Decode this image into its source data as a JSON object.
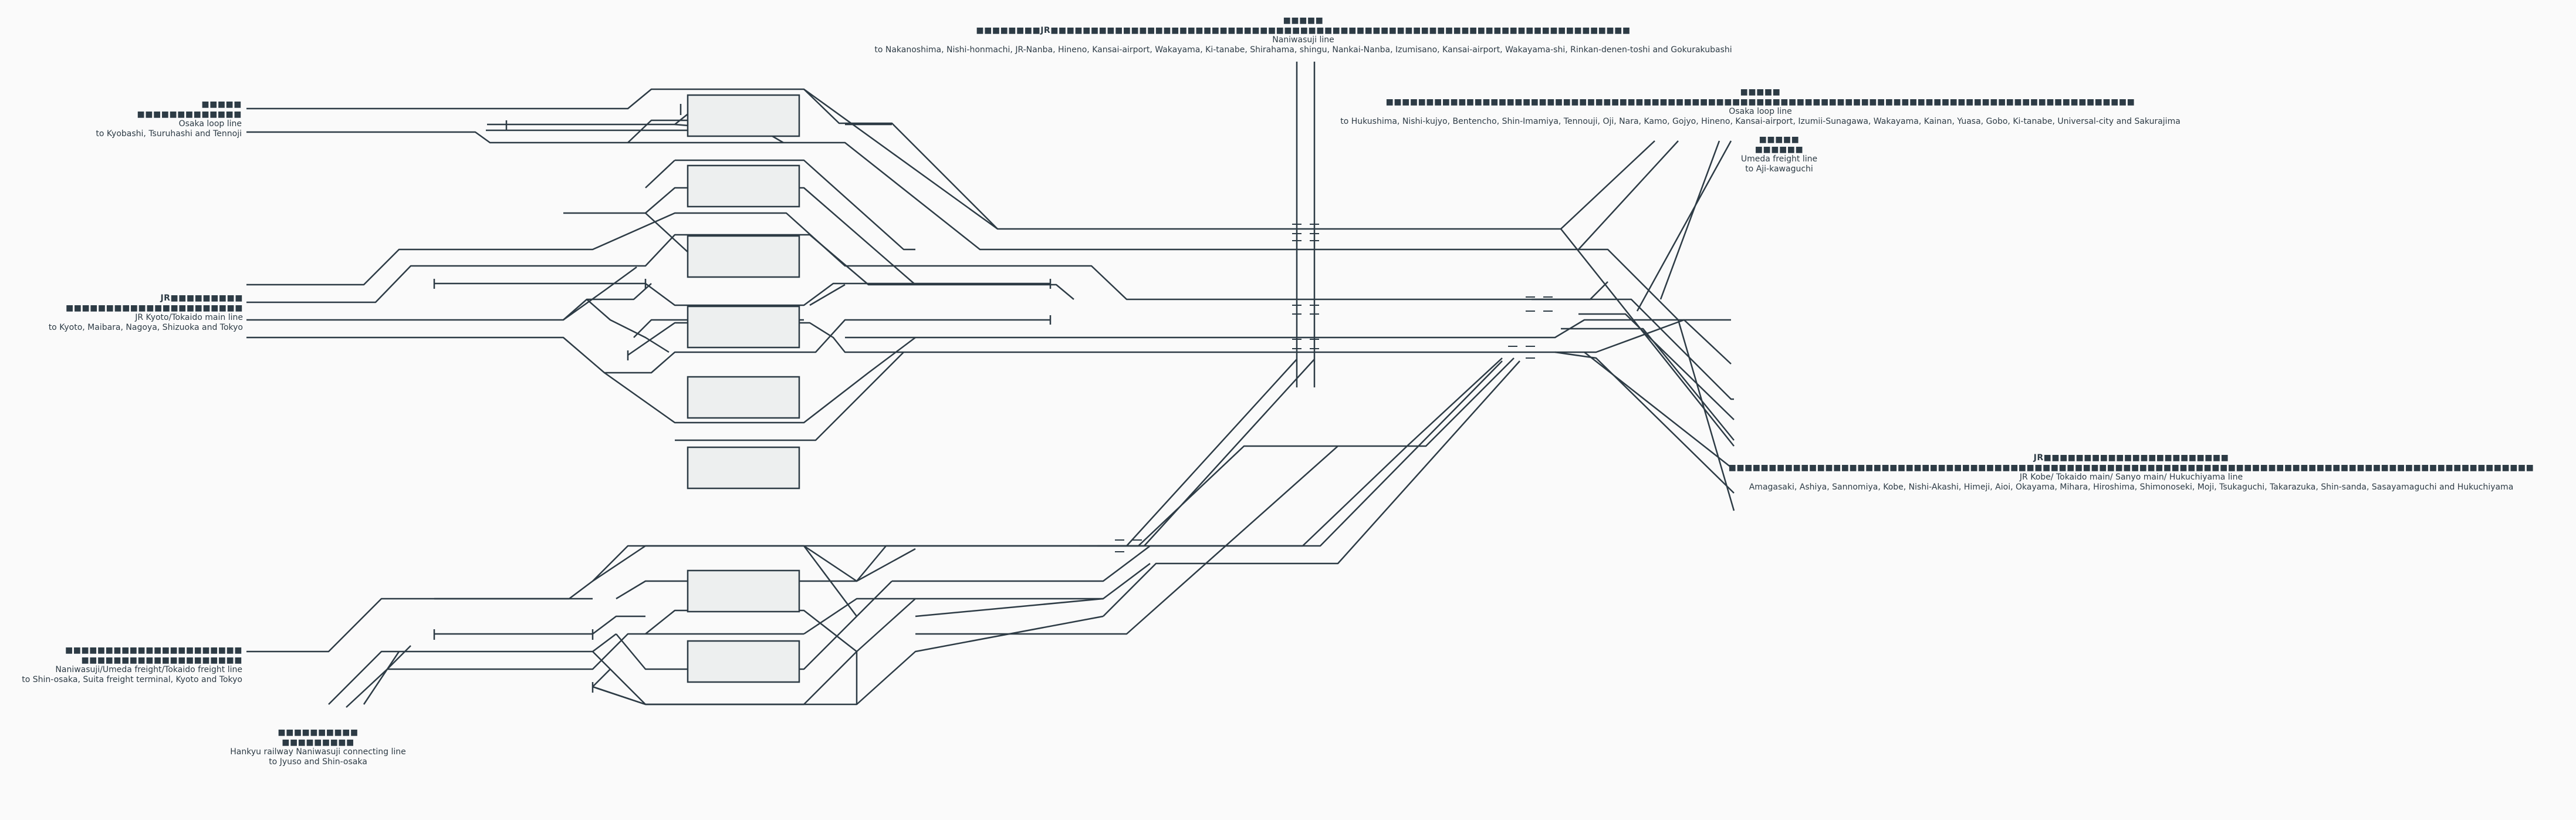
{
  "labels": {
    "osaka_loop_left": {
      "jp1": "■■■■■",
      "jp2": "■■■■■■■■■■■■■",
      "en1": "Osaka loop line",
      "en2": "to Kyobashi, Tsuruhashi and Tennoji"
    },
    "naniwasuji_top": {
      "jp1": "■■■■■",
      "jp2": "■■■■■■■■JR■■■■■■■■■■■■■■■■■■■■■■■■■■■■■■■■■■■■■■■■■■■■■■■■■■■■■■■■■■■■■■■■■■■■■■■■",
      "en1": "Naniwasuji line",
      "en2": "to Nakanoshima, Nishi-honmachi, JR-Nanba, Hineno, Kansai-airport, Wakayama, Ki-tanabe, Shirahama, shingu, Nankai-Nanba, Izumisano, Kansai-airport, Wakayama-shi, Rinkan-denen-toshi and Gokurakubashi"
    },
    "osaka_loop_right": {
      "jp1": "■■■■■",
      "jp2": "■■■■■■■■■■■■■■■■■■■■■■■■■■■■■■■■■■■■■■■■■■■■■■■■■■■■■■■■■■■■■■■■■■■■■■■■■■■■■■■■■■■■■■■■■■■■■",
      "en1": "Osaka loop line",
      "en2": "to Hukushima, Nishi-kujyo, Bentencho, Shin-Imamiya, Tennouji, Oji, Nara, Kamo, Gojyo, Hineno, Kansai-airport, Izumii-Sunagawa, Wakayama, Kainan, Yuasa, Gobo, Ki-tanabe, Universal-city and Sakurajima"
    },
    "umeda_freight": {
      "jp1": "■■■■■",
      "jp2": "■■■■■■",
      "en1": "Umeda freight line",
      "en2": "to Aji-kawaguchi"
    },
    "jr_kyoto": {
      "jp1": "JR■■■■■■■■■",
      "jp2": "■■■■■■■■■■■■■■■■■■■■■■",
      "en1": "JR Kyoto/Tokaido main line",
      "en2": "to Kyoto, Maibara, Nagoya, Shizuoka and Tokyo"
    },
    "jr_kobe": {
      "jp1": "JR■■■■■■■■■■■■■■■■■■■■■■■",
      "jp2": "■■■■■■■■■■■■■■■■■■■■■■■■■■■■■■■■■■■■■■■■■■■■■■■■■■■■■■■■■■■■■■■■■■■■■■■■■■■■■■■■■■■■■■■■■■■■■■■■■■■■",
      "en1": "JR Kobe/ Tokaido main/ Sanyo main/ Hukuchiyama line",
      "en2": "Amagasaki, Ashiya, Sannomiya, Kobe, Nishi-Akashi, Himeji, Aioi, Okayama, Mihara, Hiroshima, Shimonoseki, Moji, Tsukaguchi, Takarazuka, Shin-sanda, Sasayamaguchi and Hukuchiyama"
    },
    "naniwasuji_freight": {
      "jp1": "■■■■■■■■■■■■■■■■■■■■■■",
      "jp2": "■■■■■■■■■■■■■■■■■■■■",
      "en1": "Naniwasuji/Umeda freight/Tokaido freight line",
      "en2": "to Shin-osaka, Suita freight terminal, Kyoto and Tokyo"
    },
    "hankyu": {
      "jp1": "■■■■■■■■■■",
      "jp2": "■■■■■■■■■",
      "en1": "Hankyu railway Naniwasuji connecting line",
      "en2": "to Jyuso and Shin-osaka"
    }
  },
  "colors": {
    "track": "#2d3b45",
    "platform_fill": "#edefef",
    "platform_stroke": "#2d3b45",
    "background": "#fafafa"
  }
}
